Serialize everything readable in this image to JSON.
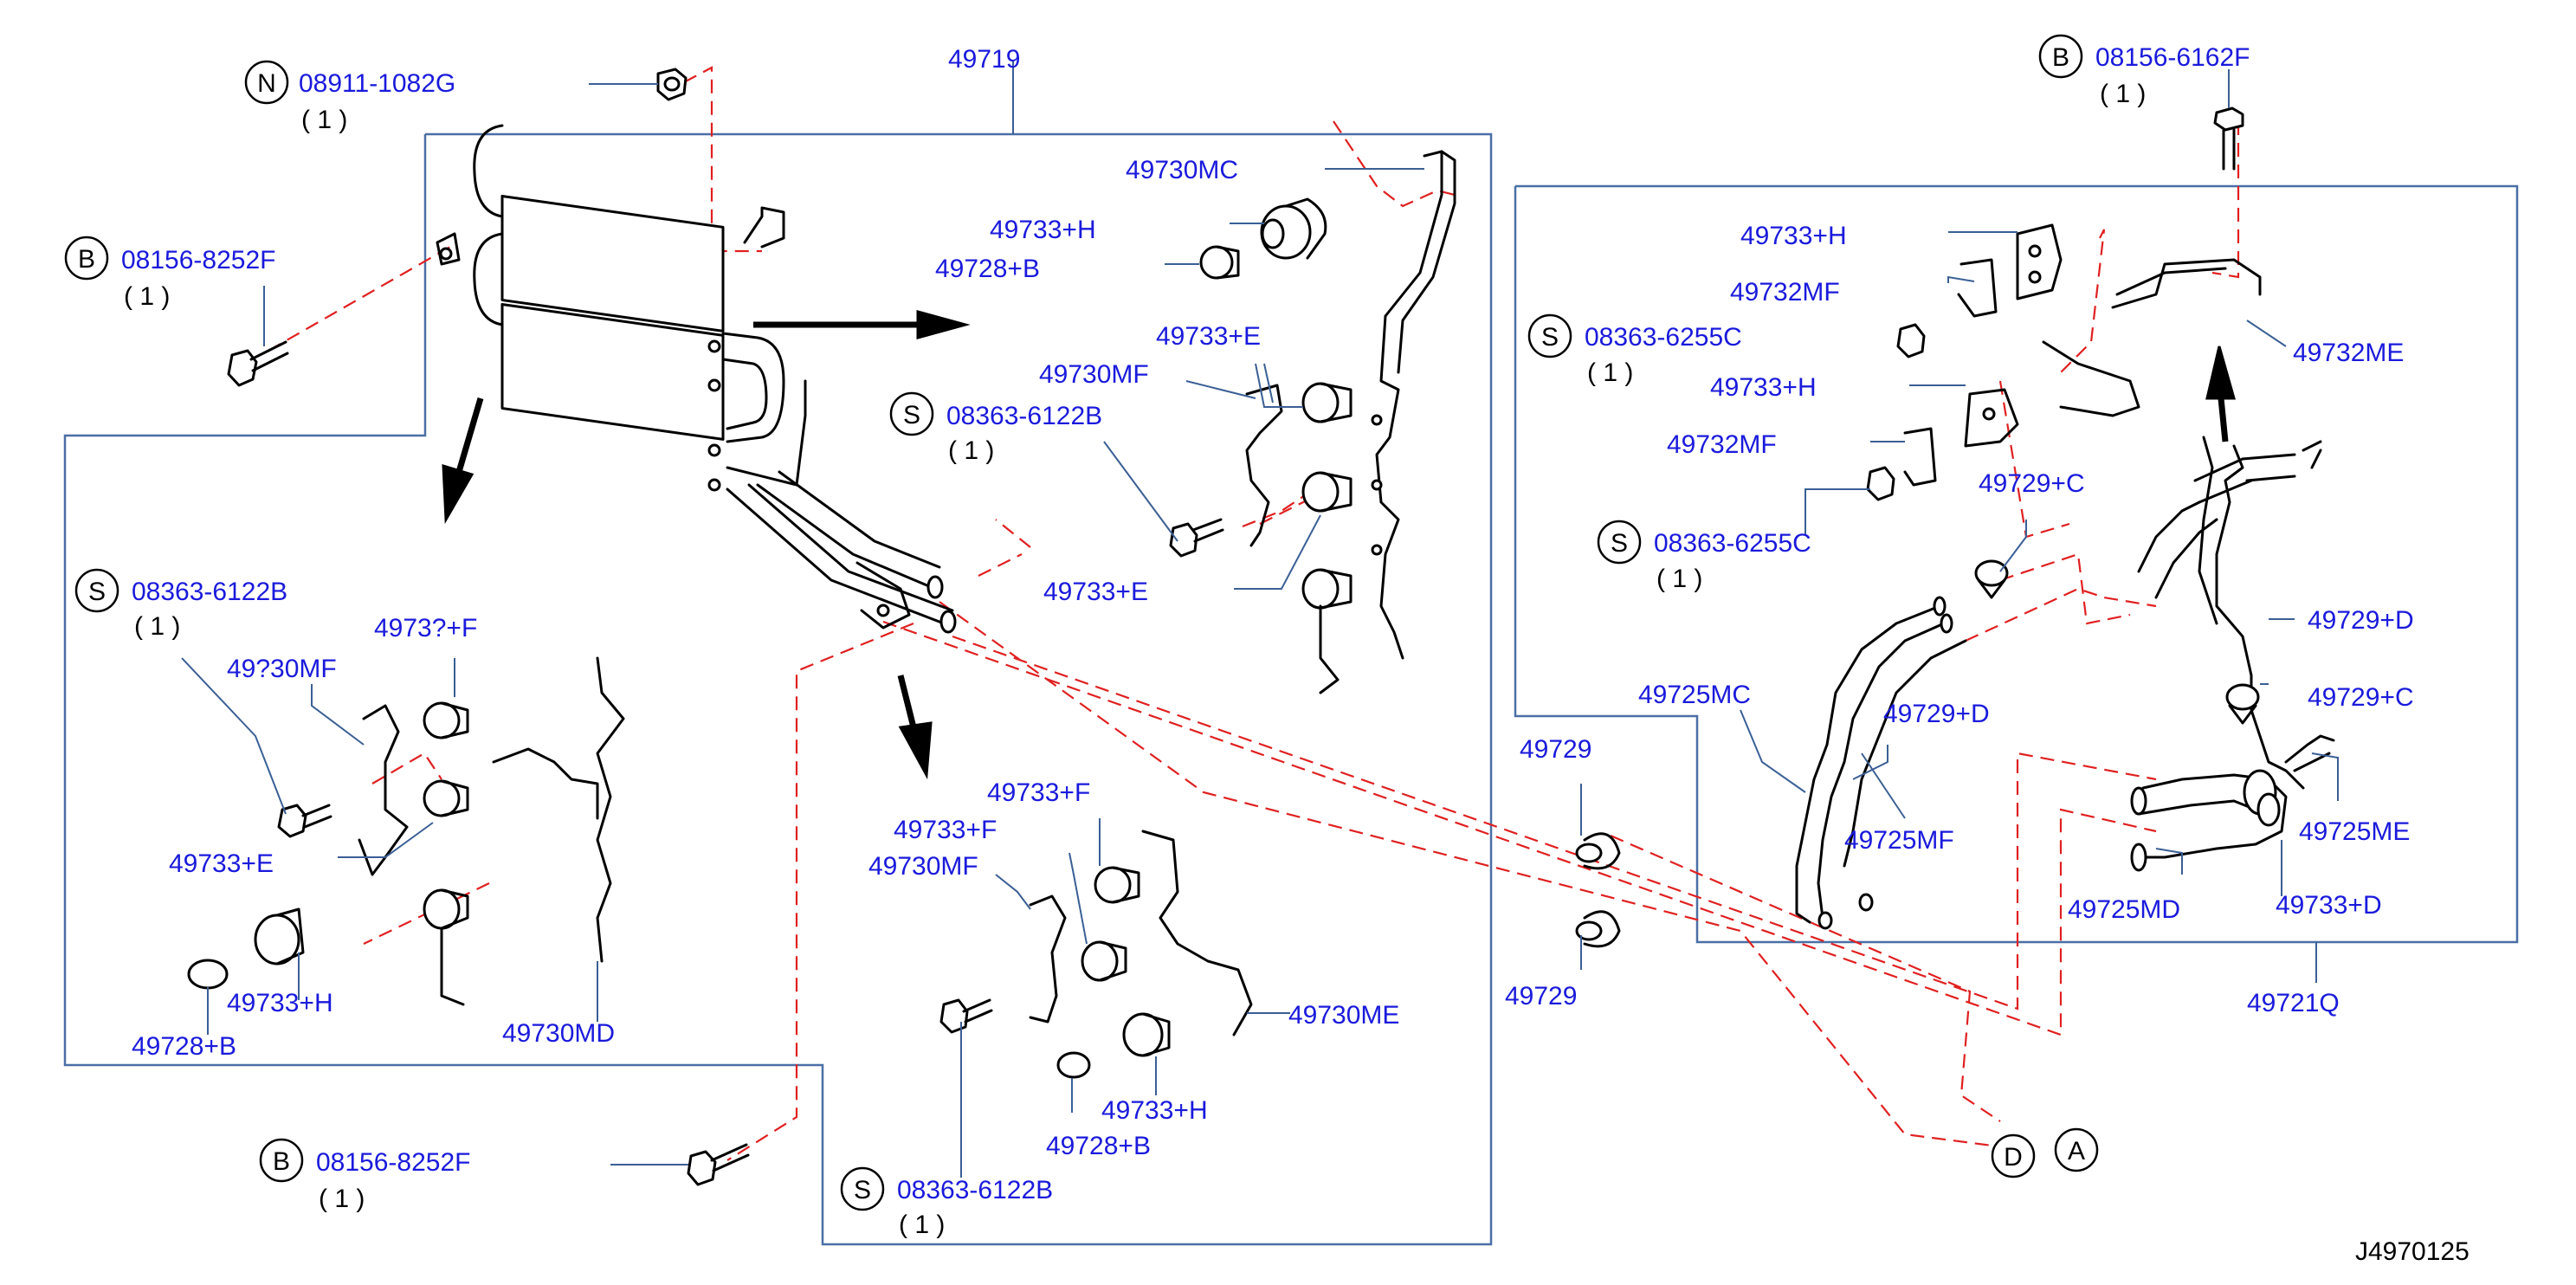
{
  "diagram": {
    "ref_code": "J4970125",
    "assembly_labels": {
      "cooler_assy": "49719",
      "hose_assy": "49721Q"
    },
    "callouts": {
      "n_nut": {
        "prefix": "N",
        "part": "08911-1082G",
        "qty": "( 1 )"
      },
      "b_bolt_top_left": {
        "prefix": "B",
        "part": "08156-8252F",
        "qty": "( 1 )"
      },
      "b_bolt_bottom": {
        "prefix": "B",
        "part": "08156-8252F",
        "qty": "( 1 )"
      },
      "b_bolt_top_right": {
        "prefix": "B",
        "part": "08156-6162F",
        "qty": "( 1 )"
      },
      "s_screw_center": {
        "prefix": "S",
        "part": "08363-6122B",
        "qty": "( 1 )"
      },
      "s_screw_left": {
        "prefix": "S",
        "part": "08363-6122B",
        "qty": "( 1 )"
      },
      "s_screw_bottom": {
        "prefix": "S",
        "part": "08363-6122B",
        "qty": "( 1 )"
      },
      "s_screw_right_top": {
        "prefix": "S",
        "part": "08363-6255C",
        "qty": "( 1 )"
      },
      "s_screw_right_mid": {
        "prefix": "S",
        "part": "08363-6255C",
        "qty": "( 1 )"
      }
    },
    "part_labels": {
      "p_49730MC": "49730MC",
      "p_49733H_a": "49733+H",
      "p_49728B_a": "49728+B",
      "p_49730MF_a": "49730MF",
      "p_49733E_a": "49733+E",
      "p_49733E_b": "49733+E",
      "p_49733F_left": "4973?+F",
      "p_49730MF_left": "49?30MF",
      "p_49733E_left": "49733+E",
      "p_49733H_left": "49733+H",
      "p_49728B_left": "49728+B",
      "p_49730MD": "49730MD",
      "p_49733F_b1": "49733+F",
      "p_49733F_b2": "49733+F",
      "p_49730MF_b": "49730MF",
      "p_49730ME": "49730ME",
      "p_49733H_b": "49733+H",
      "p_49728B_b": "49728+B",
      "p_49733H_r1": "49733+H",
      "p_49732MF_r1": "49732MF",
      "p_49733H_r2": "49733+H",
      "p_49732MF_r2": "49732MF",
      "p_49732ME": "49732ME",
      "p_49729C_a": "49729+C",
      "p_49729D_a": "49729+D",
      "p_49725MC": "49725MC",
      "p_49729D_b": "49729+D",
      "p_49729C_b": "49729+C",
      "p_49725MF": "49725MF",
      "p_49725ME": "49725ME",
      "p_49725MD": "49725MD",
      "p_49733D": "49733+D",
      "p_49729_a": "49729",
      "p_49729_b": "49729"
    },
    "connectors": {
      "a": "A",
      "d": "D"
    }
  }
}
